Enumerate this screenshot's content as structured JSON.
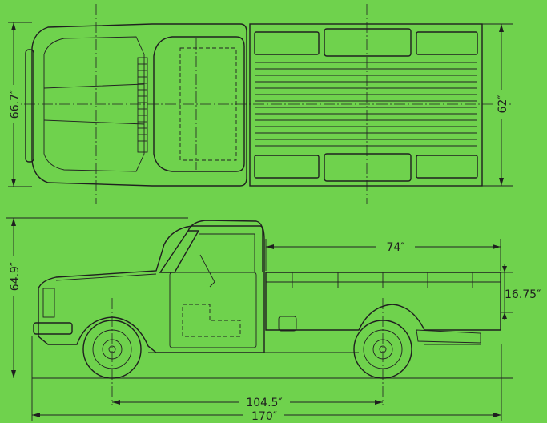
{
  "dimensions": {
    "top_width": "66.7″",
    "bed_width": "62″",
    "height": "64.9″",
    "bed_length": "74″",
    "bed_height": "16.75″",
    "wheelbase": "104.5″",
    "overall_length": "170″"
  },
  "colors": {
    "background": "#6fd24d",
    "ink": "#1f1f1f"
  }
}
